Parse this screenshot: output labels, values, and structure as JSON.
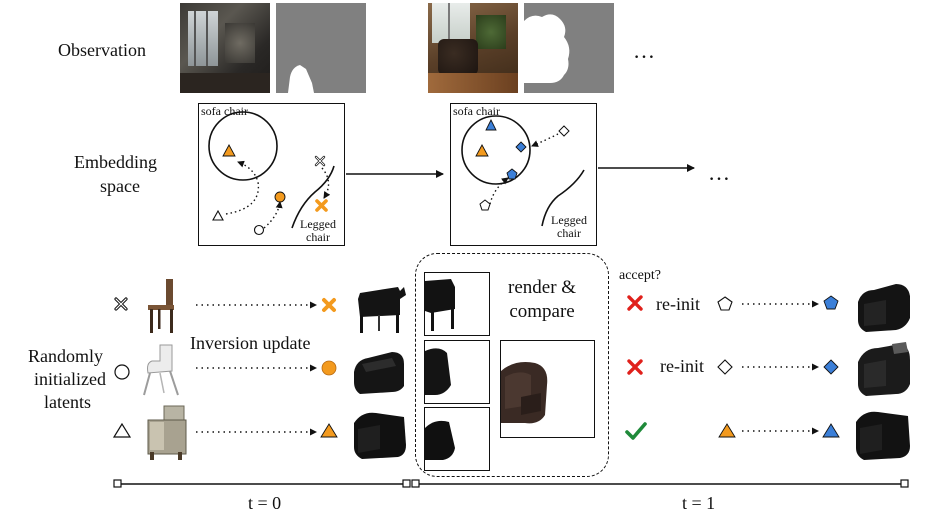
{
  "labels": {
    "observation": "Observation",
    "embedding_line1": "Embedding",
    "embedding_line2": "space",
    "latents_line1": "Randomly",
    "latents_line2": "initialized",
    "latents_line3": "latents",
    "ellipsis": "…",
    "sofa_chair": "sofa chair",
    "legged_line1": "Legged",
    "legged_line2": "chair",
    "inversion_update": "Inversion update",
    "render_line1": "render &",
    "render_line2": "compare",
    "accept": "accept?",
    "reinit": "re-init",
    "t0": "t = 0",
    "t1": "t = 1"
  },
  "colors": {
    "orange": "#f39a1e",
    "blue": "#3b7fd8",
    "reject_red": "#e0201b",
    "accept_green": "#1f8a3a",
    "mask_gray": "#808080"
  },
  "icons": {
    "reject": "red-cross-icon",
    "accept": "green-check-icon",
    "latent_cross": "cross-marker-icon",
    "latent_circle": "circle-marker-icon",
    "latent_triangle": "triangle-marker-icon",
    "latent_pentagon": "pentagon-marker-icon",
    "latent_diamond": "diamond-marker-icon"
  }
}
